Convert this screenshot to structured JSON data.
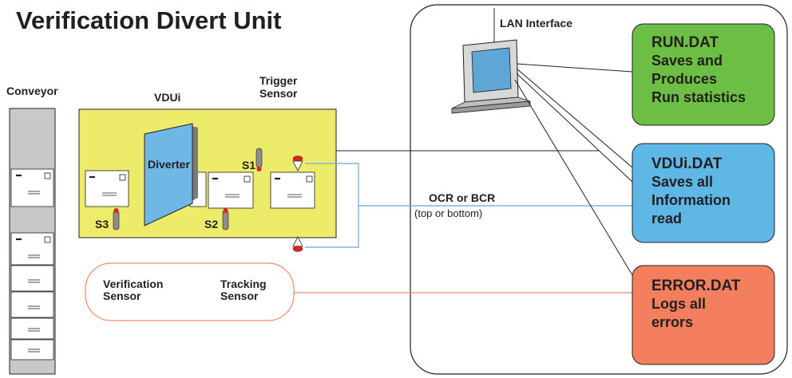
{
  "title": "Verification Divert Unit",
  "labels": {
    "conveyor": "Conveyor",
    "vdui": "VDUi",
    "trigger_sensor": "Trigger\nSensor",
    "diverter": "Diverter",
    "s1": "S1",
    "s2": "S2",
    "s3": "S3",
    "ocr": "OCR or BCR",
    "ocr_sub": "(top or bottom)",
    "lan": "LAN Interface",
    "verification_sensor": "Verification\nSensor",
    "tracking_sensor": "Tracking\nSensor"
  },
  "files": [
    {
      "name": "RUN.DAT",
      "desc": "Saves and\nProduces\nRun statistics",
      "color": "#6dbe45"
    },
    {
      "name": "VDUi.DAT",
      "desc": "Saves all\nInformation\nread",
      "color": "#5fb7e5"
    },
    {
      "name": "ERROR.DAT",
      "desc": "Logs all\nerrors",
      "color": "#f47f5f"
    }
  ],
  "colors": {
    "unit_fill": "#ecec6a",
    "diverter_fill": "#6fb7e4",
    "conveyor_fill": "#c8c8ca",
    "ocr_line": "#7fb2dd",
    "tracking_line": "#f08a6a",
    "sensor_red": "#e2231a"
  }
}
